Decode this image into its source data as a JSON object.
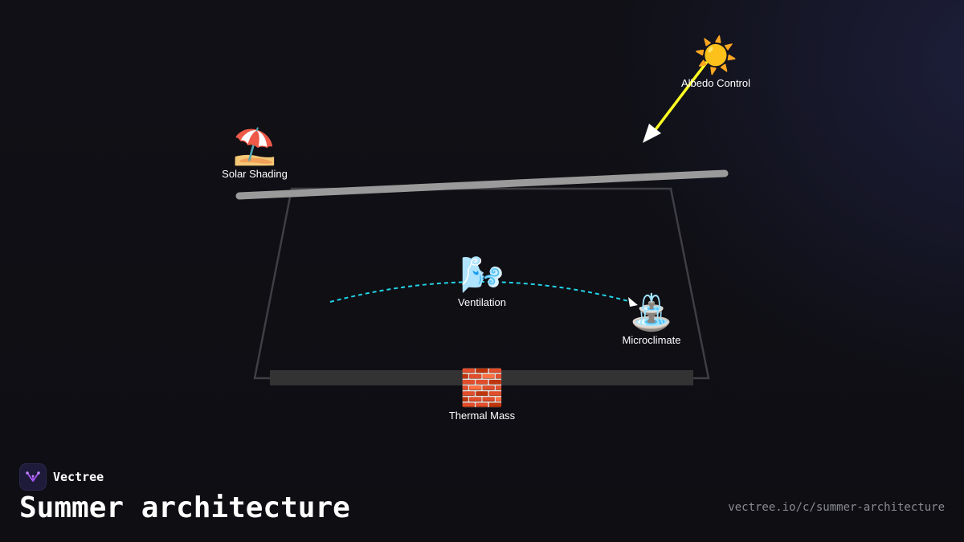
{
  "diagram": {
    "nodes": {
      "albedo": {
        "label": "Albedo Control",
        "icon": "☀️",
        "icon_name": "sun-icon"
      },
      "solar_shading": {
        "label": "Solar Shading",
        "icon": "⛱️",
        "icon_name": "beach-umbrella-icon"
      },
      "ventilation": {
        "label": "Ventilation",
        "icon": "🌬️",
        "icon_name": "wind-face-icon"
      },
      "microclimate": {
        "label": "Microclimate",
        "icon": "⛲",
        "icon_name": "fountain-icon"
      },
      "thermal_mass": {
        "label": "Thermal Mass",
        "icon": "🧱",
        "icon_name": "brick-icon"
      }
    },
    "colors": {
      "sun_ray": "#ffff22",
      "airflow": "#22d3e6",
      "roof": "#9a9a9a",
      "building_outline": "#3e3e44",
      "slab": "#333333",
      "arrowhead": "#ffffff"
    }
  },
  "footer": {
    "brand_name": "Vectree",
    "logo_icon": "vectree-logo-icon",
    "title": "Summer architecture",
    "url": "vectree.io/c/summer-architecture"
  }
}
